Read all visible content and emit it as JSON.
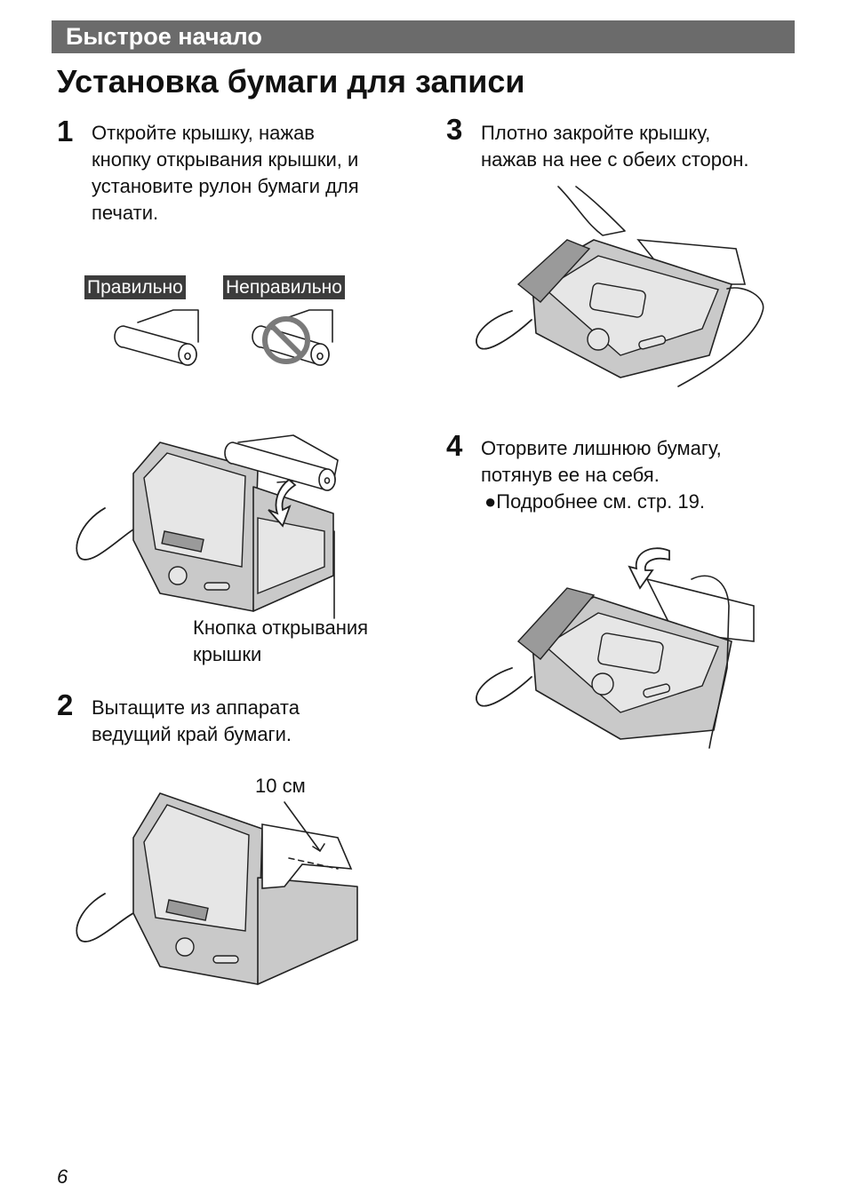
{
  "header": {
    "section": "Быстрое начало",
    "title": "Установка бумаги для записи"
  },
  "steps": [
    {
      "number": "1",
      "lines": [
        "Откройте крышку, нажав",
        "кнопку открывания крышки, и",
        "установите рулон бумаги для",
        "печати."
      ]
    },
    {
      "number": "2",
      "lines": [
        "Вытащите из аппарата",
        "ведущий край бумаги."
      ]
    },
    {
      "number": "3",
      "lines": [
        "Плотно закройте крышку,",
        "нажав на нее с обеих сторон."
      ]
    },
    {
      "number": "4",
      "lines": [
        "Оторвите лишнюю бумагу,",
        "потянув ее на себя."
      ],
      "bullet": "●Подробнее см. стр. 19."
    }
  ],
  "labels": {
    "correct": "Правильно",
    "incorrect": "Неправильно",
    "cover_button": [
      "Кнопка открывания",
      "крышки"
    ],
    "distance": "10 см"
  },
  "icons": {
    "paper_roll_correct": "paper-roll-icon",
    "paper_roll_incorrect": "paper-roll-icon",
    "prohibited": "prohibited-icon",
    "insert_arrow": "curved-arrow-icon",
    "tear_arrow": "curved-arrow-icon"
  },
  "footer": {
    "page_number": "6"
  }
}
